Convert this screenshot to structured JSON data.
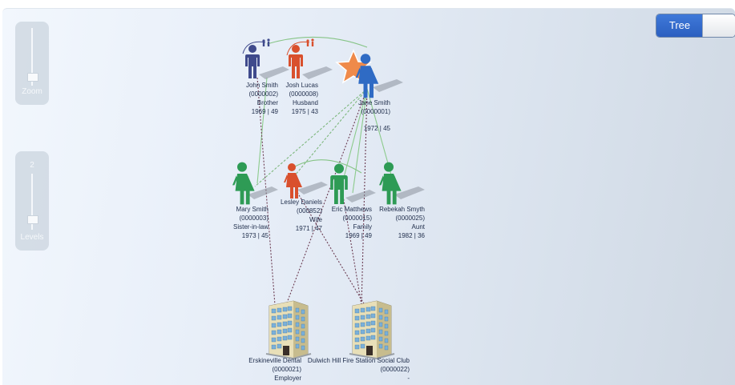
{
  "zoom_control": {
    "label": "Zoom"
  },
  "levels_control": {
    "label": "Levels",
    "value": "2"
  },
  "view_toggle": {
    "label": "Tree"
  },
  "colors": {
    "male": "#3f4a8c",
    "red": "#d9502d",
    "female": "#2e9b55",
    "subject": "#2f6bc4",
    "star": "#ef8a4a",
    "link_green": "#7fc27f",
    "link_dashed": "#6b3c52"
  },
  "nodes": {
    "john": {
      "name": "John Smith",
      "id": "(0000002)",
      "relation": "Brother",
      "years": "1969 | 49"
    },
    "josh": {
      "name": "Josh Lucas",
      "id": "(0000008)",
      "relation": "Husband",
      "years": "1975 | 43"
    },
    "jane": {
      "name": "Jane Smith",
      "id": "(0000001)",
      "years": "1972 | 45"
    },
    "mary": {
      "name": "Mary Smith",
      "id": "(0000003)",
      "relation": "Sister-in-law",
      "years": "1973 | 45"
    },
    "lesley": {
      "name": "Lesley Daniels",
      "id": "(000852)",
      "relation": "Wife",
      "years": "1971 | 47"
    },
    "eric": {
      "name": "Eric Matthews",
      "id": "(0000015)",
      "relation": "Family",
      "years": "1969 | 49"
    },
    "rebekah": {
      "name": "Rebekah Smyth",
      "id": "(0000025)",
      "relation": "Aunt",
      "years": "1982 | 36"
    },
    "erskineville": {
      "name": "Erskineville Dental",
      "id": "(0000021)",
      "relation": "Employer"
    },
    "dulwich": {
      "name": "Dulwich Hill Fire Station Social Club",
      "id": "(0000022)",
      "relation": "-"
    }
  }
}
